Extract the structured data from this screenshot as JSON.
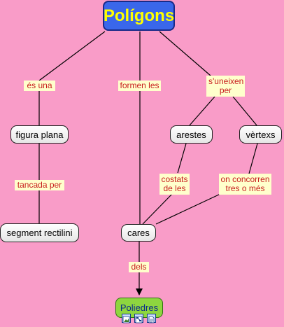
{
  "title": "Polígons",
  "nodes": {
    "figura_plana": "figura plana",
    "segment_rectilini": "segment rectilini",
    "arestes": "arestes",
    "vertexs": "vèrtexs",
    "cares": "cares",
    "poliedres": "Poliedres"
  },
  "links": {
    "es_una": "és una",
    "formen_les": "formen les",
    "suneixen_per": "s'uneixen per",
    "tancada_per": "tancada per",
    "costats_de_les": "costats de les",
    "on_concorren": "on concorren tres o més",
    "dels": "dels"
  },
  "resources": [
    "image-resource-icon",
    "map-resource-icon",
    "document-resource-icon"
  ],
  "colors": {
    "background": "#f99cc8",
    "root_fill": "#3a67ea",
    "root_text": "#ffff00",
    "label_fill": "#ffffcc",
    "label_text": "#c81e1e",
    "poliedres_fill": "#8ed63f"
  }
}
